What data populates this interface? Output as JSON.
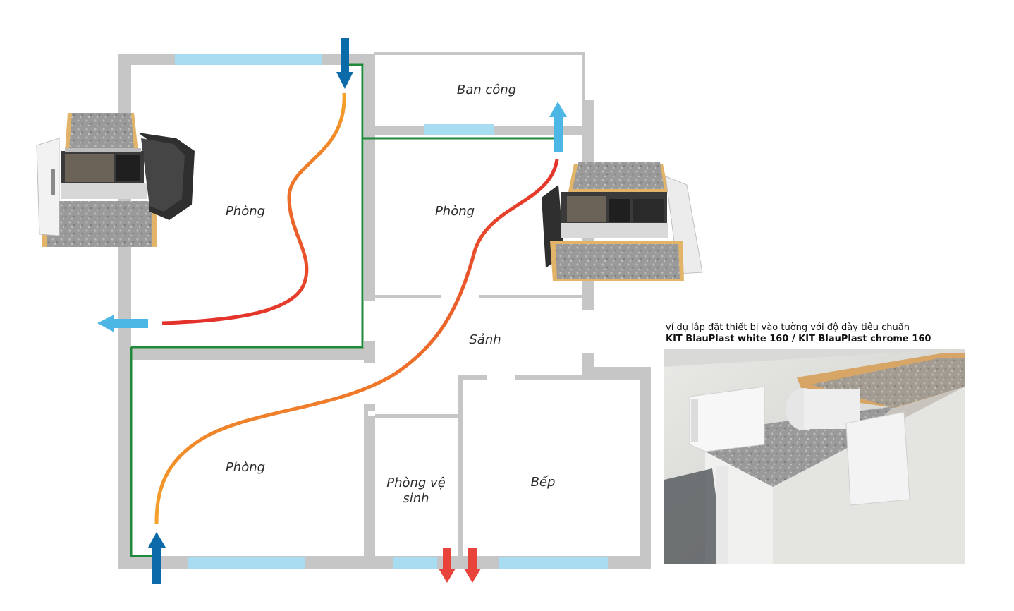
{
  "rooms": {
    "bedroom_top_left": "Phòng",
    "balcony": "Ban công",
    "bedroom_top_middle": "Phòng",
    "lobby": "Sảnh",
    "bedroom_bottom_left": "Phòng",
    "bathroom_line1": "Phòng vệ",
    "bathroom_line2": "sinh",
    "kitchen": "Bếp"
  },
  "caption": {
    "description": "ví dụ lắp đặt thiết bị vào tường với độ dày tiêu chuẩn",
    "product": "KIT BlauPlast white 160 / KIT BlauPlast chrome 160"
  },
  "colors": {
    "wall": "#c6c6c6",
    "window": "#a8dcf0",
    "duct_line": "#1f8a3a",
    "intake_arrow": "#0b6aa8",
    "exhaust_arrow_light": "#4cb6e4",
    "exhaust_arrow_red": "#e8433a",
    "airflow_warm": "#e4312b",
    "airflow_cool": "#f4a22a"
  },
  "icons": {
    "ventilation_unit": "wall-ventilation-unit-cutaway",
    "installation_photo": "wall-installation-kit"
  }
}
